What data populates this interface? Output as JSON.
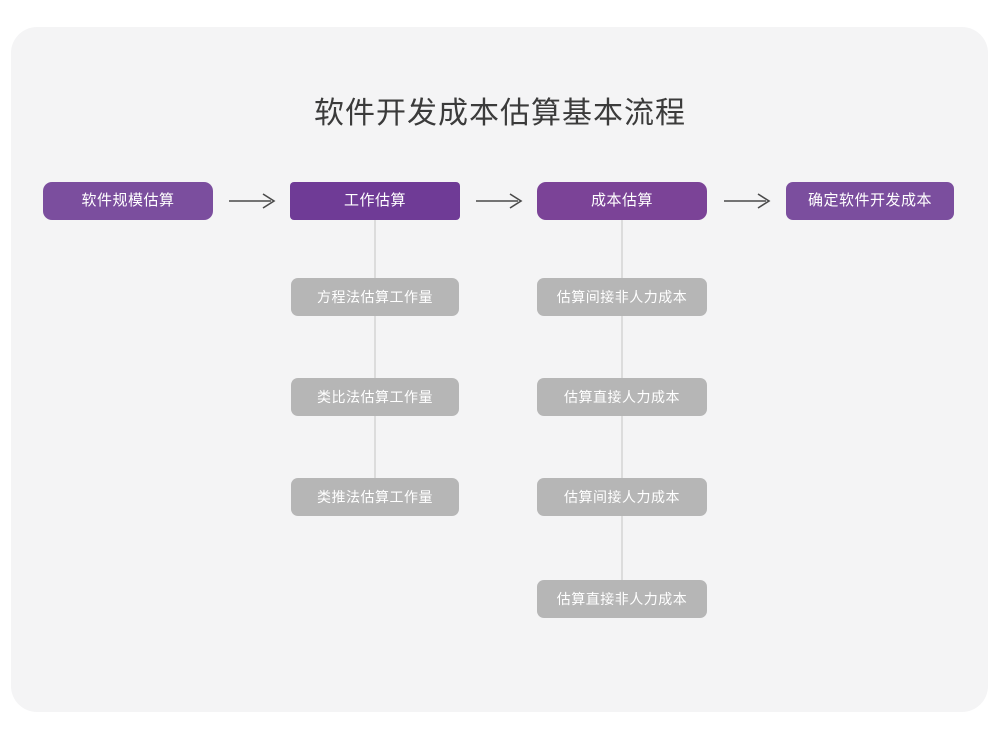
{
  "diagram": {
    "title": "软件开发成本估算基本流程",
    "type": "flowchart",
    "colors": {
      "page_background": "#ffffff",
      "card_background": "#f4f4f5",
      "stage_purple": "#7b4397",
      "stage_purple_dark": "#6f3b96",
      "substep_gray": "#b6b6b6",
      "connector_gray": "#dcdcdc",
      "arrow_gray": "#4a4a4a",
      "title_text": "#3b3b3b",
      "box_text": "#ffffff"
    },
    "stages": [
      {
        "id": "stage-1",
        "label": "软件规模估算"
      },
      {
        "id": "stage-2",
        "label": "工作估算"
      },
      {
        "id": "stage-3",
        "label": "成本估算"
      },
      {
        "id": "stage-4",
        "label": "确定软件开发成本"
      }
    ],
    "arrows": [
      {
        "id": "arrow-1",
        "from": "stage-1",
        "to": "stage-2",
        "glyph": "arrow-right-icon"
      },
      {
        "id": "arrow-2",
        "from": "stage-2",
        "to": "stage-3",
        "glyph": "arrow-right-icon"
      },
      {
        "id": "arrow-3",
        "from": "stage-3",
        "to": "stage-4",
        "glyph": "arrow-right-icon"
      }
    ],
    "substeps_left": [
      {
        "label": "方程法估算工作量"
      },
      {
        "label": "类比法估算工作量"
      },
      {
        "label": "类推法估算工作量"
      }
    ],
    "substeps_right": [
      {
        "label": "估算间接非人力成本"
      },
      {
        "label": "估算直接人力成本"
      },
      {
        "label": "估算间接人力成本"
      },
      {
        "label": "估算直接非人力成本"
      }
    ]
  }
}
